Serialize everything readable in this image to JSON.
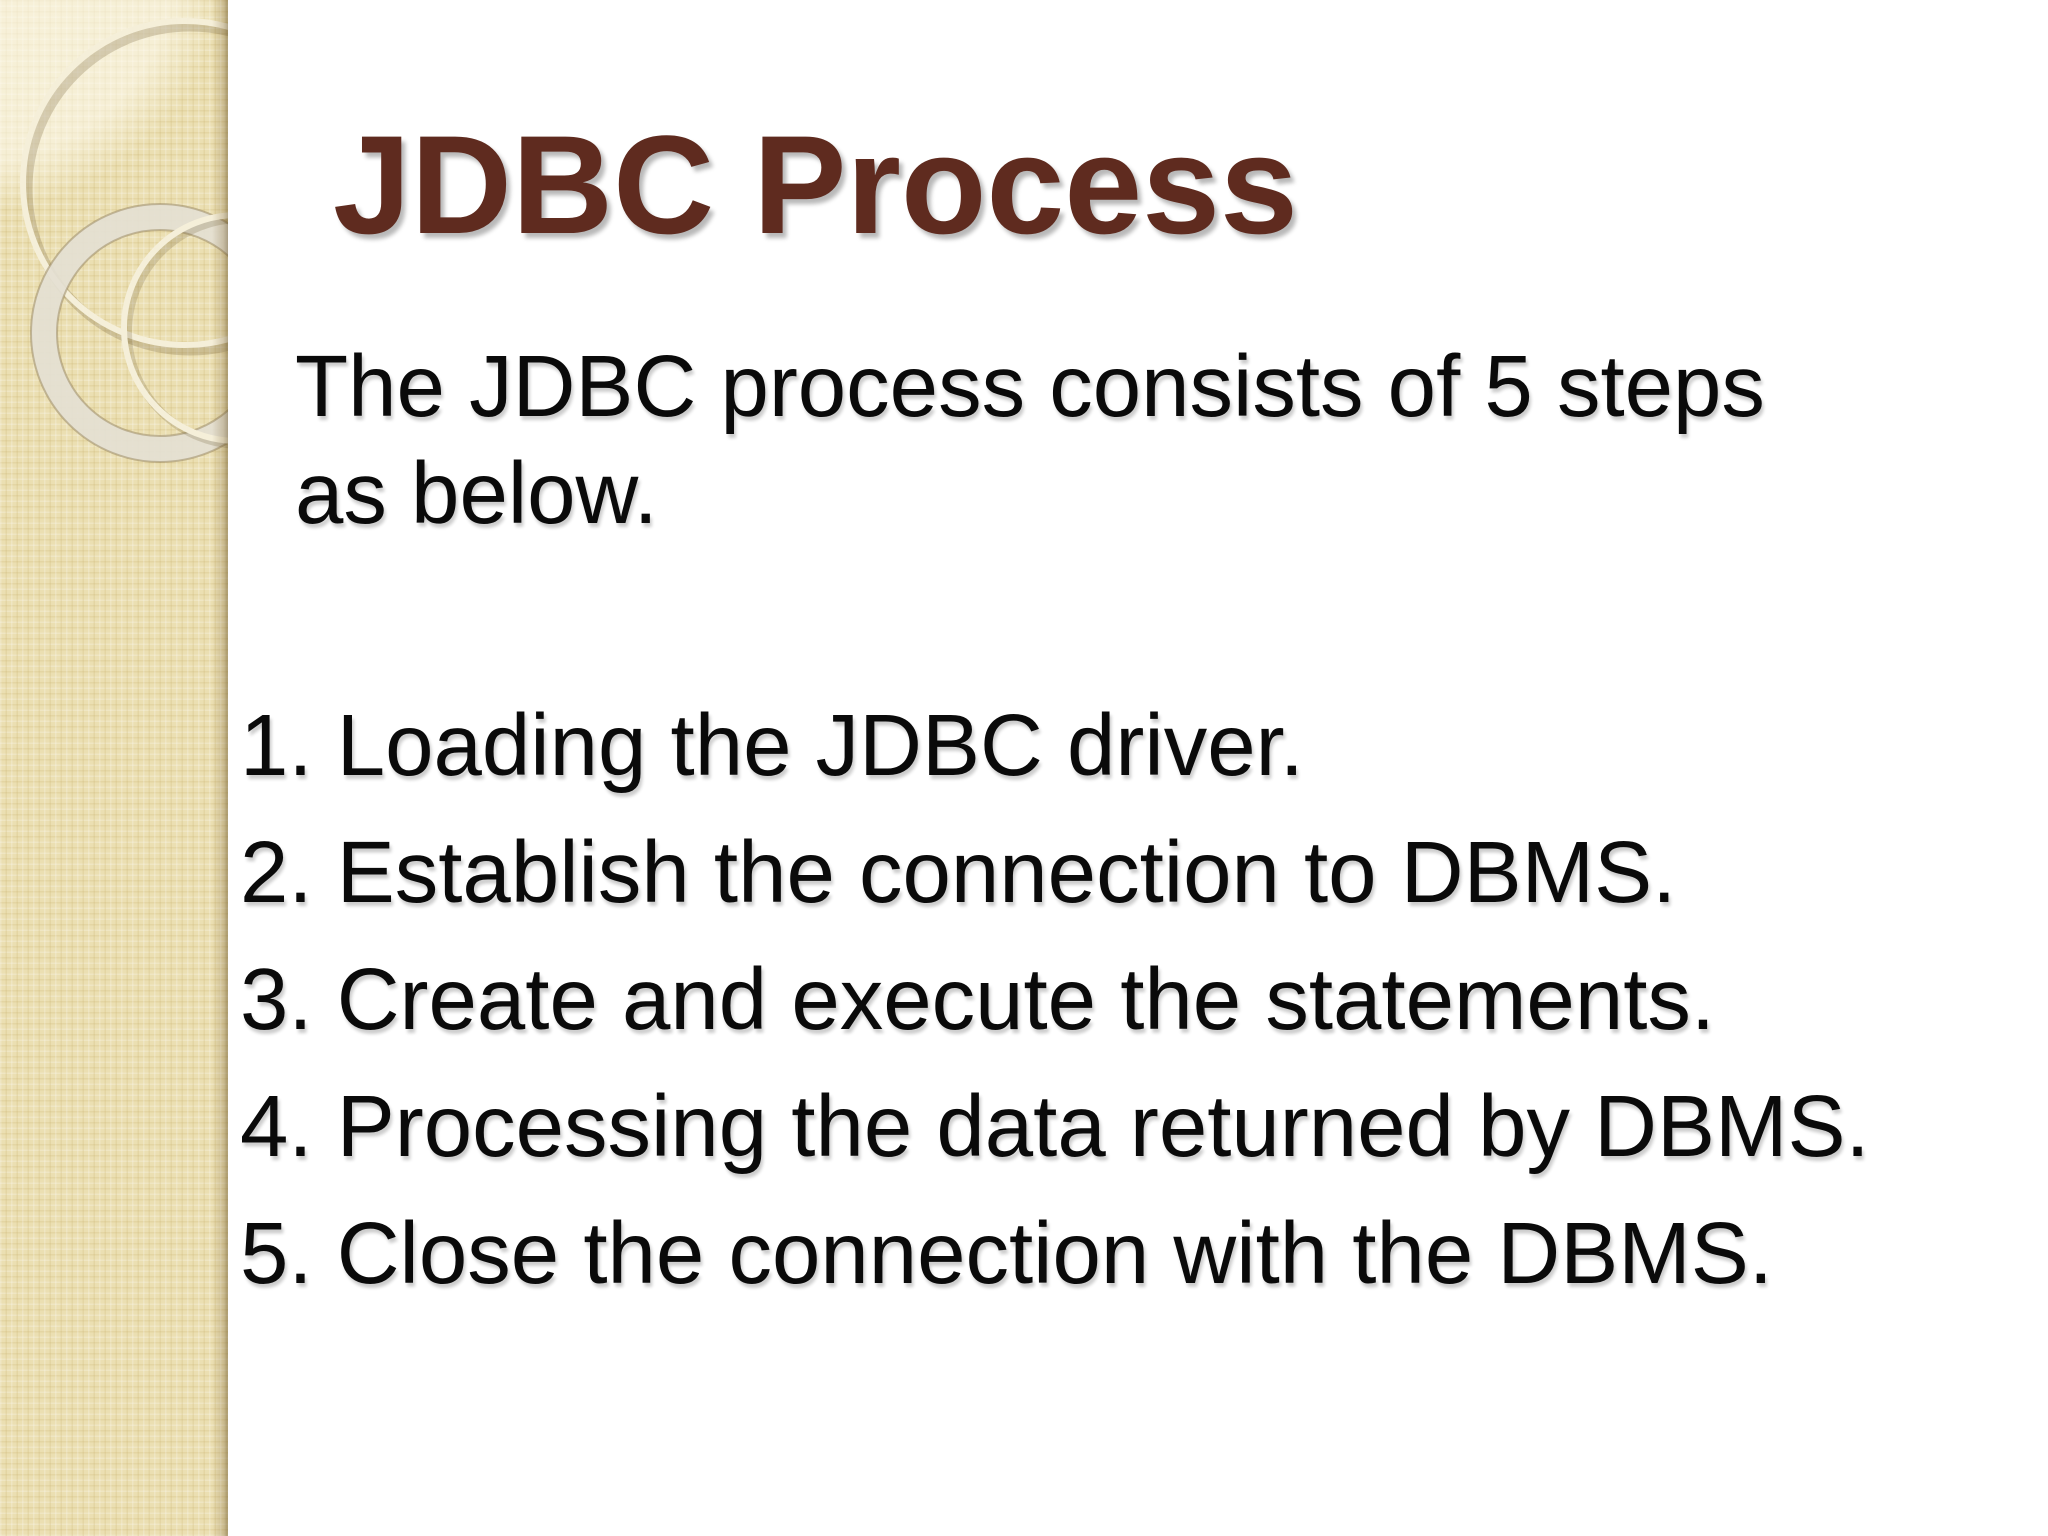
{
  "page": {
    "title": "JDBC Process"
  },
  "intro": {
    "lines": [
      "The JDBC process consists of 5 steps",
      "as below."
    ]
  },
  "steps": {
    "items": [
      "1. Loading the JDBC driver.",
      "2. Establish the connection to DBMS.",
      "3. Create and execute the statements.",
      "4. Processing the data returned by DBMS.",
      "5. Close the connection with the DBMS."
    ]
  },
  "colors": {
    "background": "#FFFFFF",
    "title_text": "#5F2B1F",
    "body_text": "#0A0A0A",
    "sidebar_base": "#EBDFB2",
    "sidebar_circle_stroke": "#F5EFD9",
    "sidebar_ring_fill": "#E4E0D2"
  }
}
